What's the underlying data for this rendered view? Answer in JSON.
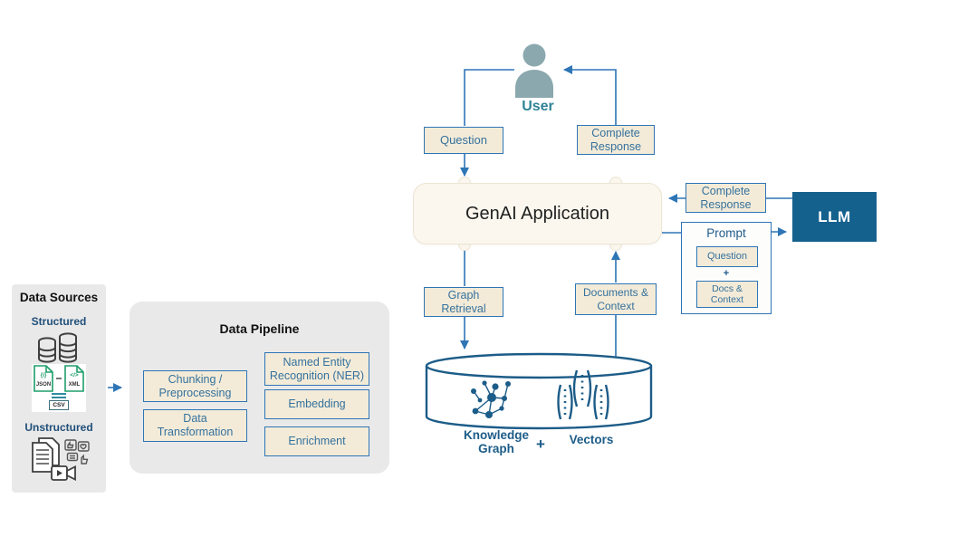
{
  "colors": {
    "connector_blue": "#2E75B6",
    "navy_text": "#1F4E79",
    "llm_fill": "#15618E",
    "tan_fill": "#F3EBD8",
    "tan_border": "#2E75B6",
    "box_text_blue": "#35719D",
    "genai_fill": "#FBF7EE",
    "genai_border": "#EDE5D4",
    "panel_gray": "#E9E9E9",
    "user_icon_teal": "#8BA8AE",
    "user_label_teal": "#2E8496",
    "datastore_blue": "#1C5C88",
    "file_icon_green": "#1E9E6A",
    "icon_dark_gray": "#3F3F3F"
  },
  "user_flow": {
    "user_label": "User",
    "question_label": "Question",
    "complete_response_label": "Complete Response"
  },
  "genai_app": {
    "label": "GenAI Application"
  },
  "llm_flow": {
    "complete_response_label": "Complete Response",
    "llm_label": "LLM",
    "prompt": {
      "title": "Prompt",
      "question_label": "Question",
      "plus": "+",
      "docs_context_label": "Docs & Context"
    }
  },
  "retrieval_flow": {
    "graph_retrieval_label": "Graph Retrieval",
    "documents_context_label": "Documents & Context"
  },
  "datastore": {
    "knowledge_graph_label": "Knowledge Graph",
    "plus": "+",
    "vectors_label": "Vectors",
    "icons": [
      "knowledge-graph-icon",
      "vectors-icon",
      "database-cylinder"
    ]
  },
  "data_sources": {
    "title": "Data Sources",
    "structured_label": "Structured",
    "unstructured_label": "Unstructured",
    "file_badges": {
      "json_glyph": "{i}",
      "json": "JSON",
      "xml_glyph": "</>",
      "xml": "XML",
      "csv": "CSV"
    },
    "icons": [
      "database-icon",
      "database-icon",
      "json-file-icon",
      "xml-file-icon",
      "csv-file-icon",
      "documents-icon",
      "social-media-icon",
      "video-camera-icon"
    ]
  },
  "data_pipeline": {
    "title": "Data Pipeline",
    "steps_left": [
      "Chunking / Preprocessing",
      "Data Transformation"
    ],
    "steps_right": [
      "Named Entity Recognition (NER)",
      "Embedding",
      "Enrichment"
    ]
  }
}
